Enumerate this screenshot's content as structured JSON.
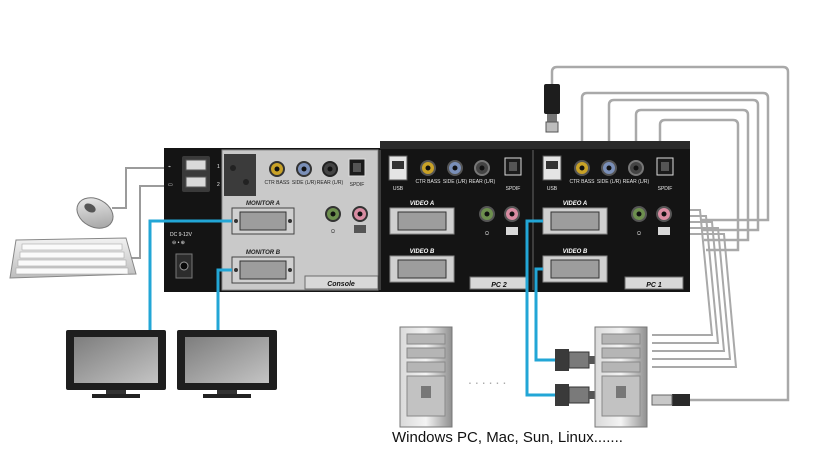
{
  "console_panel": {
    "usb_port_1": "1",
    "usb_port_2": "2",
    "ctr_bass": "CTR BASS",
    "side": "SIDE (L/R)",
    "rear": "REAR (L/R)",
    "spdif": "SPDIF",
    "monitor_a": "MONITOR A",
    "monitor_b": "MONITOR B",
    "power": "DC 9-12V",
    "title": "Console"
  },
  "pc2_panel": {
    "usb": "USB",
    "ctr_bass": "CTR BASS",
    "side": "SIDE (L/R)",
    "rear": "REAR (L/R)",
    "spdif": "SPDIF",
    "video_a": "VIDEO A",
    "video_b": "VIDEO B",
    "title": "PC 2"
  },
  "pc1_panel": {
    "usb": "USB",
    "ctr_bass": "CTR BASS",
    "side": "SIDE (L/R)",
    "rear": "REAR (L/R)",
    "spdif": "SPDIF",
    "video_a": "VIDEO A",
    "video_b": "VIDEO B",
    "title": "PC 1"
  },
  "ellipsis": "......",
  "caption": "Windows PC,  Mac,  Sun, Linux.......",
  "colors": {
    "cable_blue": "#22a6d6",
    "cable_gray": "#a9a9a9",
    "chassis": "#141414",
    "console_panel": "#c9c9c9"
  }
}
